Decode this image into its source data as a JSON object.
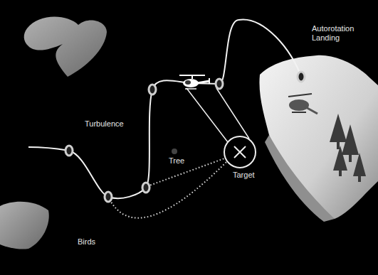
{
  "diagram": {
    "labels": [
      "Turbulence",
      "Birds",
      "Tree",
      "Target",
      "Autorotation Landing"
    ]
  }
}
